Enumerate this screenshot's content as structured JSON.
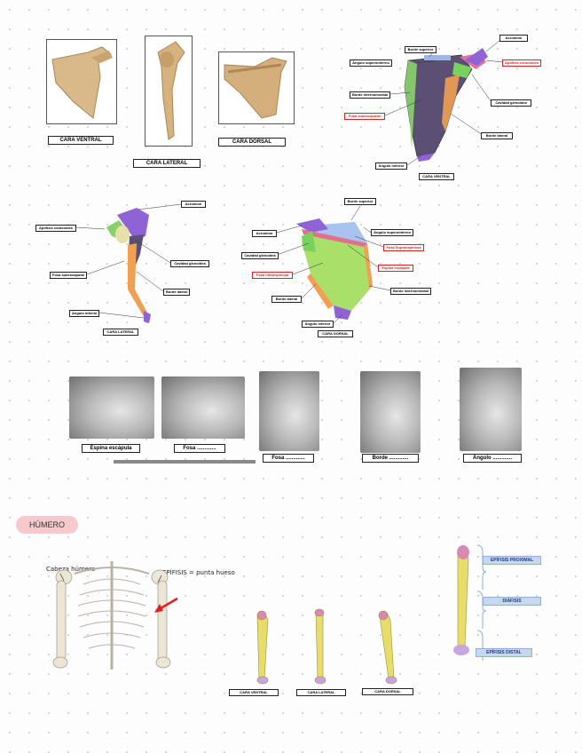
{
  "scapula_views": {
    "ventral": "CARA VENTRAL",
    "lateral": "CARA LATERAL",
    "dorsal": "CARA DORSAL"
  },
  "ventral_diagram": {
    "acromion": "Acromion",
    "borde_superior": "Borde superior",
    "angulo_superointerno": "Ángulo superointerno",
    "apofisis_coracoides": "Apófisis coracoides",
    "borde_interno": "Borde interno/medial",
    "cavidad_glenoidea": "Cavidad glenoidea",
    "fosa_subescapular": "Fosa subescapular",
    "borde_lateral": "Borde lateral",
    "angulo_inferior": "Ángulo inferior",
    "caption": "CARA VENTRAL"
  },
  "lateral_diagram": {
    "acromion": "Acromion",
    "apofisis_coracoides": "Apófisis coracoides",
    "cavidad_glenoidea": "Cavidad glenoidea",
    "fosa_subescapular": "Fosa subescapular",
    "borde_lateral": "Borde lateral",
    "angulo_inferior": "Ángulo inferior",
    "caption": "CARA LATERAL"
  },
  "dorsal_diagram": {
    "borde_superior": "Borde superior",
    "acromion": "Acromion",
    "angulo_superointerno": "Ángulo superointerno",
    "fosa_supraespinosa": "Fosa Supraespinosa",
    "cavidad_glenoidea": "Cavidad glenoidea",
    "espina_escapula": "Espina escápula",
    "fosa_infraespinosa": "Fosa infraespinosa",
    "borde_interno": "Borde interno/medial",
    "borde_lateral": "Borde lateral",
    "angulo_inferior": "Ángulo inferior",
    "caption": "CARA DORSAL"
  },
  "palpation": {
    "p1": "Espina escápula",
    "p2": "Fosa .............",
    "p3": "Fosa .............",
    "p4": "Borde .............",
    "p5": "Ángulo ............."
  },
  "humero": {
    "title": "HÚMERO",
    "cabeza": "Cabeza húmero",
    "epifisis_note": "EPÍFISIS = punta hueso",
    "views": {
      "ventral": "CARA VENTRAL",
      "lateral": "CARA LATERAL",
      "dorsal": "CARA DORSAL"
    },
    "parts": {
      "proximal": "EPÍFISIS PROXIMAL",
      "diafisis": "DIÁFISIS",
      "distal": "EPÍFISIS DISTAL"
    }
  }
}
